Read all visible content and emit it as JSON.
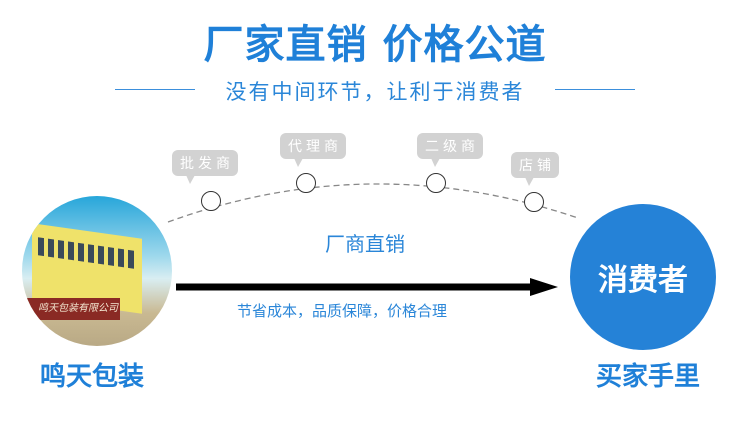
{
  "header": {
    "title": "厂家直销 价格公道",
    "subtitle": "没有中间环节，让利于消费者"
  },
  "middlemen": [
    {
      "label": "批发商"
    },
    {
      "label": "代理商"
    },
    {
      "label": "二级商"
    },
    {
      "label": "店铺"
    }
  ],
  "flow": {
    "direct_label": "厂商直销",
    "benefit_label": "节省成本，品质保障，价格合理"
  },
  "manufacturer": {
    "name": "鸣天包装",
    "sign_text": "鸣天包装有限公司"
  },
  "consumer": {
    "circle_label": "消费者",
    "caption": "买家手里"
  },
  "colors": {
    "brand_blue": "#1f80d8",
    "bubble_gray": "#d2d2d2"
  }
}
